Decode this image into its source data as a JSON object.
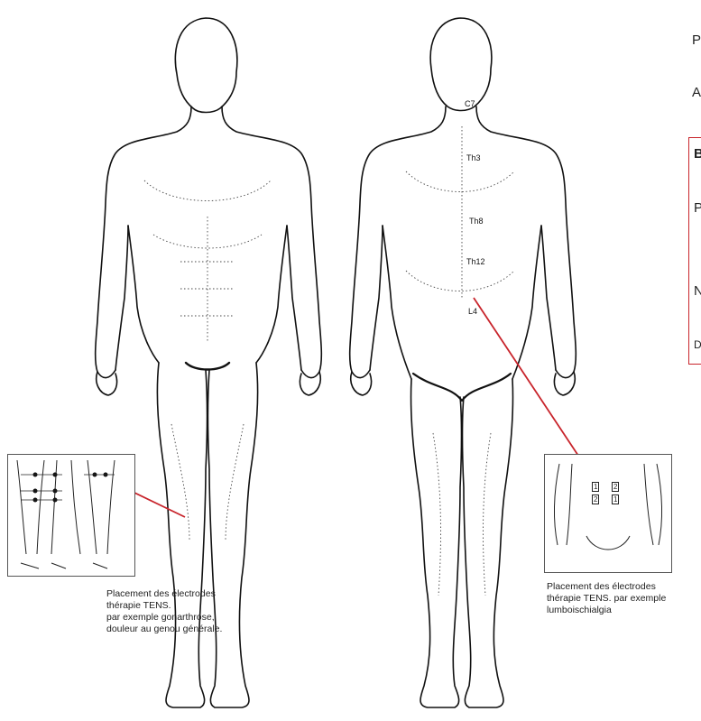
{
  "captions": {
    "left": [
      "Placement des électrodes",
      "thérapie TENS.",
      "par exemple gonarthrose,",
      "douleur au genou générale."
    ],
    "right": [
      "Placement des électrodes",
      "thérapie TENS. par exemple",
      "lumboischialgia"
    ]
  },
  "spine_labels": [
    "C7",
    "Th3",
    "Th8",
    "Th12",
    "L4"
  ],
  "side_text": {
    "line1": "P",
    "line2": "A",
    "box_title": "B",
    "box_line1": "P",
    "box_line2": "N",
    "box_line3": "D"
  },
  "inset_right_markers": [
    "1",
    "2",
    "2",
    "1"
  ],
  "colors": {
    "accent": "#c8242b"
  }
}
